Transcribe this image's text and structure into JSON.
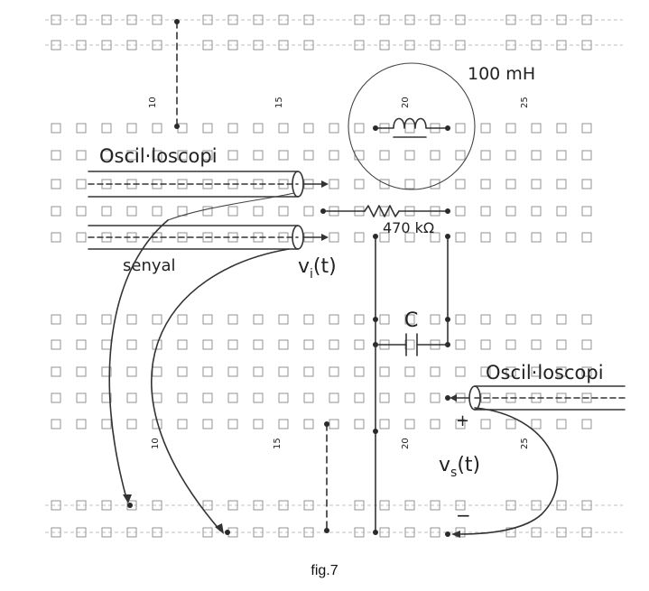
{
  "caption": "fig.7",
  "column_labels": [
    "10",
    "15",
    "20",
    "25",
    "10",
    "15",
    "20",
    "25"
  ],
  "labels": {
    "inductance": "100 mH",
    "resistor": "470 kΩ",
    "capacitor": "C",
    "osc_left": "Oscil·loscopi",
    "osc_right": "Oscil·loscopi",
    "signal": "senyal",
    "vi": "v",
    "vi_sub": "i",
    "vi_arg": "(t)",
    "vs": "v",
    "vs_sub": "s",
    "vs_arg": "(t)",
    "plus": "+",
    "minus": "−"
  },
  "colors": {
    "ink": "#333333",
    "grid": "#888888",
    "paper": "#ffffff"
  }
}
